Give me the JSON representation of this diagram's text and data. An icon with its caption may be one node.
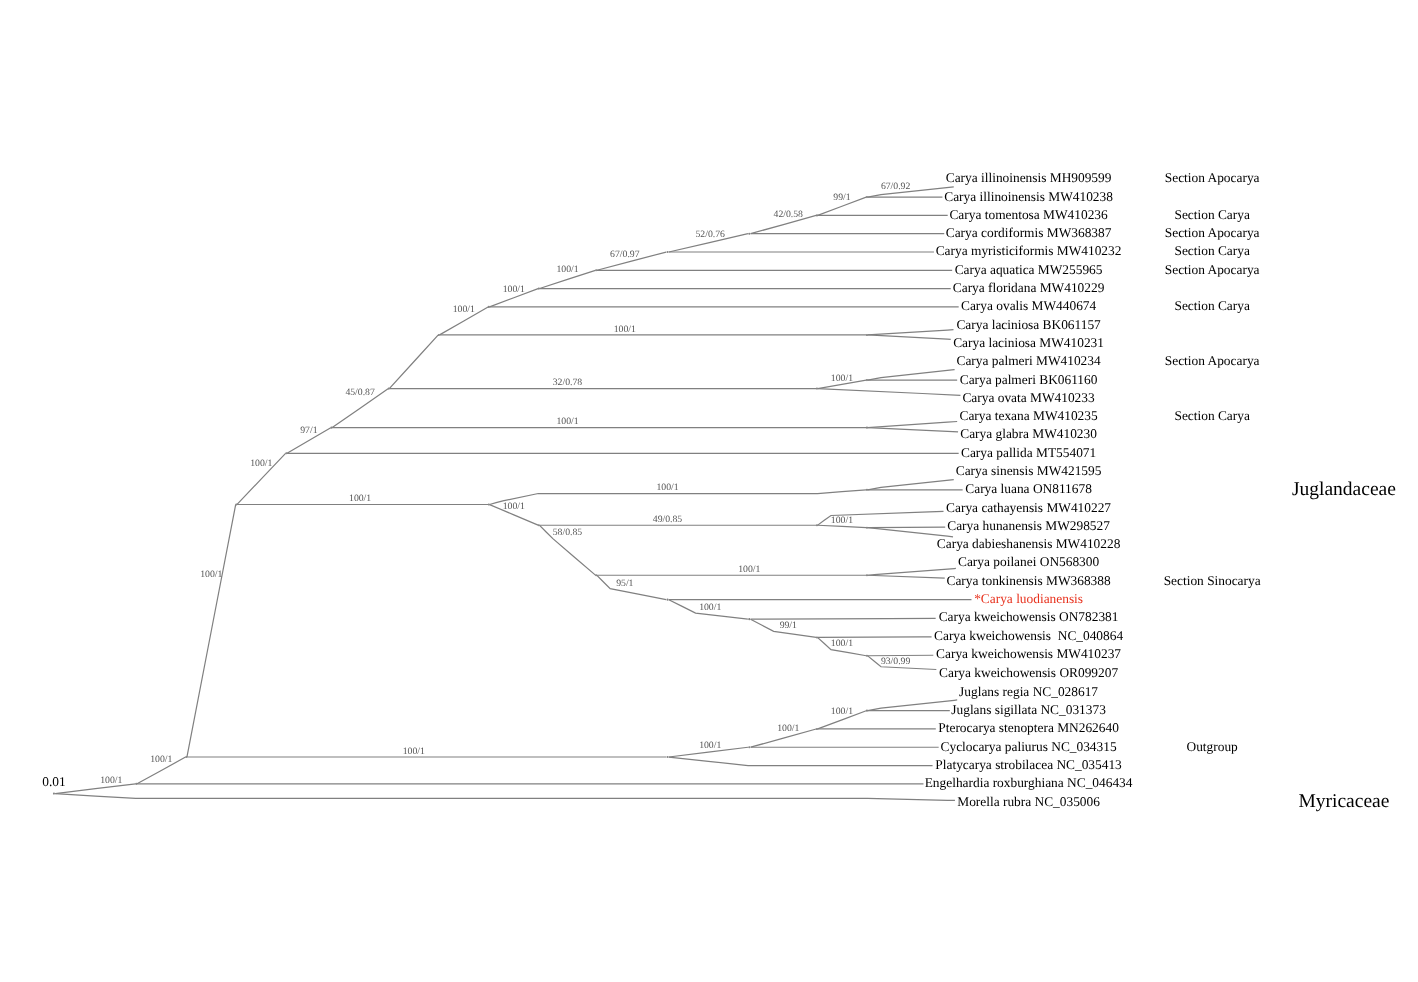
{
  "diagram": {
    "nodes": [
      {
        "text": [
          "Carya illinoinensis MH909599"
        ]
      },
      {
        "text": [
          "Carya illinoinensis MW410238"
        ]
      },
      {
        "text": [
          "Carya tomentosa MW410236"
        ]
      },
      {
        "text": [
          "Carya cordiformis MW368387"
        ]
      },
      {
        "text": [
          "Carya myristiciformis MW410232"
        ]
      },
      {
        "text": [
          "Carya aquatica MW255965"
        ]
      },
      {
        "text": [
          "Carya floridana MW410229"
        ]
      },
      {
        "text": [
          "Carya ovalis MW440674"
        ]
      },
      {
        "text": [
          "Carya laciniosa BK061157"
        ]
      },
      {
        "text": [
          "Carya laciniosa MW410231"
        ]
      },
      {
        "text": [
          "Carya palmeri MW410234"
        ]
      },
      {
        "text": [
          "Carya palmeri BK061160"
        ]
      },
      {
        "text": [
          "Carya ovata MW410233"
        ]
      },
      {
        "text": [
          "Carya texana MW410235"
        ]
      },
      {
        "text": [
          "Carya glabra MW410230"
        ]
      },
      {
        "text": [
          "Carya pallida MT554071"
        ]
      },
      {
        "text": [
          "Carya sinensis MW421595"
        ]
      },
      {
        "text": [
          "Carya luana ON811678"
        ]
      },
      {
        "text": [
          "Carya cathayensis MW410227"
        ]
      },
      {
        "text": [
          "Carya hunanensis MW298527"
        ]
      },
      {
        "text": [
          "Carya dabieshanensis MW410228"
        ]
      },
      {
        "text": [
          "Carya poilanei ON568300"
        ]
      },
      {
        "text": [
          "Carya tonkinensis MW368388"
        ]
      },
      {
        "text": [
          "*Carya luodianensis"
        ]
      },
      {
        "text": [
          "Carya kweichowensis ON782381"
        ]
      },
      {
        "text": [
          "Carya kweichowensis  NC_040864"
        ]
      },
      {
        "text": [
          "Carya kweichowensis MW410237"
        ]
      },
      {
        "text": [
          "Carya kweichowensis OR099207"
        ]
      },
      {
        "text": [
          "Juglans regia NC_028617"
        ]
      },
      {
        "text": [
          "Juglans sigillata NC_031373"
        ]
      },
      {
        "text": [
          "Pterocarya stenoptera MN262640"
        ]
      },
      {
        "text": [
          "Cyclocarya paliurus NC_034315"
        ]
      },
      {
        "text": [
          "Platycarya strobilacea NC_035413"
        ]
      },
      {
        "text": [
          "Engelhardia roxburghiana NC_046434"
        ]
      },
      {
        "text": [
          "Morella rubra NC_035006"
        ]
      },
      {
        "text": [],
        "shape": "point"
      },
      {
        "text": [],
        "shape": "point"
      },
      {
        "text": [],
        "shape": "point"
      },
      {
        "text": [],
        "shape": "point"
      },
      {
        "text": [],
        "shape": "point"
      },
      {
        "text": [],
        "shape": "point"
      },
      {
        "text": [],
        "shape": "point"
      },
      {
        "text": [],
        "shape": "point"
      },
      {
        "text": [],
        "shape": "point"
      },
      {
        "text": [],
        "shape": "point"
      },
      {
        "text": [],
        "shape": "point"
      },
      {
        "text": [],
        "shape": "point"
      },
      {
        "text": [],
        "shape": "point"
      },
      {
        "text": [],
        "shape": "point"
      },
      {
        "text": [],
        "shape": "point"
      },
      {
        "text": [],
        "shape": "point"
      },
      {
        "text": [],
        "shape": "point"
      },
      {
        "text": [],
        "shape": "point"
      },
      {
        "text": [],
        "shape": "point"
      },
      {
        "text": [],
        "shape": "point"
      },
      {
        "text": [],
        "shape": "point"
      },
      {
        "text": [],
        "shape": "point"
      },
      {
        "text": [],
        "shape": "point"
      },
      {
        "text": [],
        "shape": "point"
      },
      {
        "text": [],
        "shape": "point"
      },
      {
        "text": [],
        "shape": "point"
      },
      {
        "text": [],
        "shape": "point"
      },
      {
        "text": [],
        "shape": "point"
      },
      {
        "text": [],
        "shape": "point"
      },
      {
        "text": [],
        "shape": "point"
      },
      {
        "text": [],
        "shape": "point"
      },
      {
        "text": [],
        "shape": "point"
      },
      {
        "text": [],
        "shape": "point"
      },
      {
        "text": [],
        "shape": "point"
      }
    ],
    "edges": [
      {
        "from": 35,
        "to": 36,
        "arrow": "none",
        "label": "100/1"
      },
      {
        "from": 35,
        "to": 34,
        "arrow": "none"
      },
      {
        "from": 36,
        "to": 37,
        "arrow": "none",
        "label": "100/1"
      },
      {
        "from": 36,
        "to": 33,
        "arrow": "none"
      },
      {
        "from": 37,
        "to": 38,
        "arrow": "none",
        "label": "100/1"
      },
      {
        "from": 37,
        "to": 39,
        "arrow": "none",
        "label": "100/1"
      },
      {
        "from": 38,
        "to": 43,
        "arrow": "none",
        "label": "100/1"
      },
      {
        "from": 38,
        "to": 58,
        "arrow": "none",
        "label": "100/1"
      },
      {
        "from": 43,
        "to": 44,
        "arrow": "none",
        "label": "97/1"
      },
      {
        "from": 43,
        "to": 15,
        "arrow": "none"
      },
      {
        "from": 44,
        "to": 45,
        "arrow": "none",
        "label": "45/0.87"
      },
      {
        "from": 44,
        "to": 46,
        "arrow": "none",
        "label": "100/1"
      },
      {
        "from": 45,
        "to": 47,
        "arrow": "none"
      },
      {
        "from": 45,
        "to": 48,
        "arrow": "none",
        "label": "32/0.78"
      },
      {
        "from": 47,
        "to": 51,
        "arrow": "none",
        "label": "100/1"
      },
      {
        "from": 47,
        "to": 50,
        "arrow": "none",
        "label": "100/1"
      },
      {
        "from": 51,
        "to": 52,
        "arrow": "none",
        "label": "100/1"
      },
      {
        "from": 51,
        "to": 7,
        "arrow": "none"
      },
      {
        "from": 52,
        "to": 53,
        "arrow": "none",
        "label": "100/1"
      },
      {
        "from": 52,
        "to": 6,
        "arrow": "none"
      },
      {
        "from": 53,
        "to": 54,
        "arrow": "none",
        "label": "67/0.97"
      },
      {
        "from": 53,
        "to": 5,
        "arrow": "none"
      },
      {
        "from": 54,
        "to": 55,
        "arrow": "none",
        "label": "52/0.76"
      },
      {
        "from": 54,
        "to": 4,
        "arrow": "none"
      },
      {
        "from": 55,
        "to": 56,
        "arrow": "none",
        "label": "42/0.58"
      },
      {
        "from": 55,
        "to": 3,
        "arrow": "none"
      },
      {
        "from": 56,
        "to": 57,
        "arrow": "none",
        "label": "99/1"
      },
      {
        "from": 56,
        "to": 2,
        "arrow": "none"
      },
      {
        "from": 57,
        "to": 0,
        "arrow": "none",
        "label": "67/0.92"
      },
      {
        "from": 57,
        "to": 1,
        "arrow": "none"
      },
      {
        "from": 50,
        "to": 8,
        "arrow": "none"
      },
      {
        "from": 50,
        "to": 9,
        "arrow": "none"
      },
      {
        "from": 48,
        "to": 49,
        "arrow": "none",
        "label": "100/1"
      },
      {
        "from": 48,
        "to": 12,
        "arrow": "none"
      },
      {
        "from": 49,
        "to": 10,
        "arrow": "none"
      },
      {
        "from": 49,
        "to": 11,
        "arrow": "none"
      },
      {
        "from": 46,
        "to": 13,
        "arrow": "none"
      },
      {
        "from": 46,
        "to": 14,
        "arrow": "none"
      },
      {
        "from": 58,
        "to": 59,
        "arrow": "none",
        "label": "100/1"
      },
      {
        "from": 58,
        "to": 60,
        "arrow": "none",
        "label": "100/1"
      },
      {
        "from": 59,
        "to": 16,
        "arrow": "none"
      },
      {
        "from": 59,
        "to": 17,
        "arrow": "none"
      },
      {
        "from": 60,
        "to": 61,
        "arrow": "none",
        "label": "49/0.85"
      },
      {
        "from": 60,
        "to": 63,
        "arrow": "none",
        "label": "58/0.85"
      },
      {
        "from": 61,
        "to": 18,
        "arrow": "none"
      },
      {
        "from": 61,
        "to": 62,
        "arrow": "none",
        "label": "100/1"
      },
      {
        "from": 62,
        "to": 19,
        "arrow": "none"
      },
      {
        "from": 62,
        "to": 20,
        "arrow": "none"
      },
      {
        "from": 63,
        "to": 64,
        "arrow": "none",
        "label": "100/1"
      },
      {
        "from": 63,
        "to": 65,
        "arrow": "none",
        "label": "95/1"
      },
      {
        "from": 64,
        "to": 21,
        "arrow": "none"
      },
      {
        "from": 64,
        "to": 22,
        "arrow": "none"
      },
      {
        "from": 65,
        "to": 23,
        "arrow": "none"
      },
      {
        "from": 65,
        "to": 66,
        "arrow": "none",
        "label": "100/1"
      },
      {
        "from": 66,
        "to": 24,
        "arrow": "none"
      },
      {
        "from": 66,
        "to": 67,
        "arrow": "none",
        "label": "99/1"
      },
      {
        "from": 67,
        "to": 25,
        "arrow": "none"
      },
      {
        "from": 67,
        "to": 68,
        "arrow": "none",
        "label": "100/1"
      },
      {
        "from": 68,
        "to": 26,
        "arrow": "none"
      },
      {
        "from": 68,
        "to": 27,
        "arrow": "none",
        "label": "93/0.99"
      },
      {
        "from": 39,
        "to": 40,
        "arrow": "none",
        "label": "100/1"
      },
      {
        "from": 39,
        "to": 32,
        "arrow": "none"
      },
      {
        "from": 40,
        "to": 41,
        "arrow": "none",
        "label": "100/1"
      },
      {
        "from": 40,
        "to": 31,
        "arrow": "none"
      },
      {
        "from": 41,
        "to": 42,
        "arrow": "none",
        "label": "100/1"
      },
      {
        "from": 41,
        "to": 30,
        "arrow": "none"
      },
      {
        "from": 42,
        "to": 28,
        "arrow": "none"
      },
      {
        "from": 42,
        "to": 29,
        "arrow": "none"
      }
    ],
    "labels": [
      "Section Apocarya",
      "Section Carya",
      "Section Apocarya",
      "Section Carya",
      "Section Apocarya",
      "Section Carya",
      "Section Apocarya",
      "Section Carya",
      "Juglandaceae",
      "Section Sinocarya",
      "Outgroup",
      "Myricaceae",
      "0.01"
    ]
  }
}
